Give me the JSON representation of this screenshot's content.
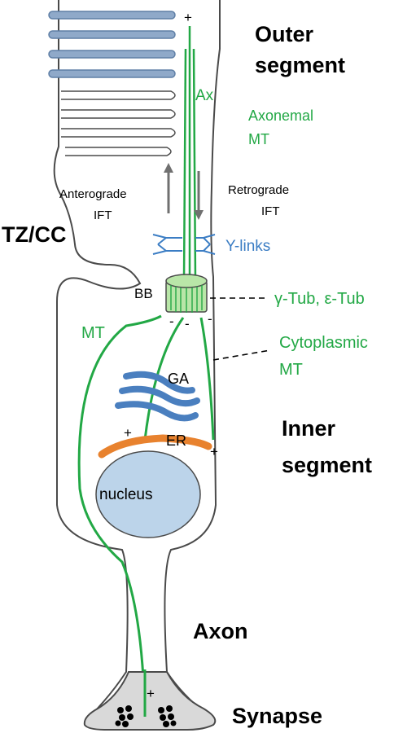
{
  "labels": {
    "outer_segment": "Outer\nsegment",
    "inner_segment": "Inner\nsegment",
    "tz_cc": "TZ/CC",
    "axon": "Axon",
    "synapse": "Synapse",
    "ax": "Ax",
    "axonemal_mt": "Axonemal\nMT",
    "anterograde_ift": "Anterograde\nIFT",
    "retrograde_ift": "Retrograde\nIFT",
    "y_links": "Y-links",
    "bb": "BB",
    "gamma_tub": "γ-Tub, ε-Tub",
    "mt": "MT",
    "cytoplasmic_mt": "Cytoplasmic\nMT",
    "ga": "GA",
    "er": "ER",
    "nucleus": "nucleus",
    "plus": "+",
    "minus": "-"
  },
  "colors": {
    "outline": "#4a4a4a",
    "microtubule": "#22a845",
    "blue_label": "#3b7dc4",
    "disc_fill": "#8fa9c9",
    "disc_stroke": "#5f7fa6",
    "golgi": "#4a7fbf",
    "er": "#e8822e",
    "nucleus_fill": "#bcd4ea",
    "basal_body": "#b9e6a8",
    "synapse_fill": "#d9d9d9",
    "arrow": "#707070",
    "text": "#000000"
  }
}
